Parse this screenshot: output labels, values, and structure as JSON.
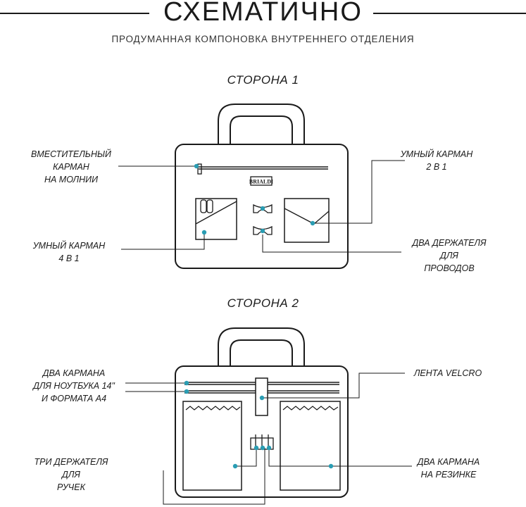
{
  "header": {
    "title": "СХЕМАТИЧНО",
    "subtitle": "ПРОДУМАННАЯ КОМПОНОВКА ВНУТРЕННЕГО ОТДЕЛЕНИЯ"
  },
  "side1": {
    "title": "СТОРОНА 1",
    "brand": "BRIALDI",
    "labels": {
      "zip_pocket_1": "ВМЕСТИТЕЛЬНЫЙ",
      "zip_pocket_2": "КАРМАН",
      "zip_pocket_3": "НА МОЛНИИ",
      "smart2_1": "УМНЫЙ КАРМАН",
      "smart2_2": "2 В 1",
      "smart4_1": "УМНЫЙ КАРМАН",
      "smart4_2": "4 В 1",
      "cable_1": "ДВА ДЕРЖАТЕЛЯ",
      "cable_2": "ДЛЯ",
      "cable_3": "ПРОВОДОВ"
    }
  },
  "side2": {
    "title": "СТОРОНА 2",
    "labels": {
      "laptop_1": "ДВА КАРМАНА",
      "laptop_2": "ДЛЯ НОУТБУКА 14\"",
      "laptop_3": "И ФОРМАТА А4",
      "velcro_1": "ЛЕНТА VELCRO",
      "pens_1": "ТРИ ДЕРЖАТЕЛЯ",
      "pens_2": "ДЛЯ",
      "pens_3": "РУЧЕК",
      "elastic_1": "ДВА КАРМАНА",
      "elastic_2": "НА РЕЗИНКЕ"
    }
  },
  "colors": {
    "line": "#1a1a1a",
    "dot": "#2a9db3"
  }
}
